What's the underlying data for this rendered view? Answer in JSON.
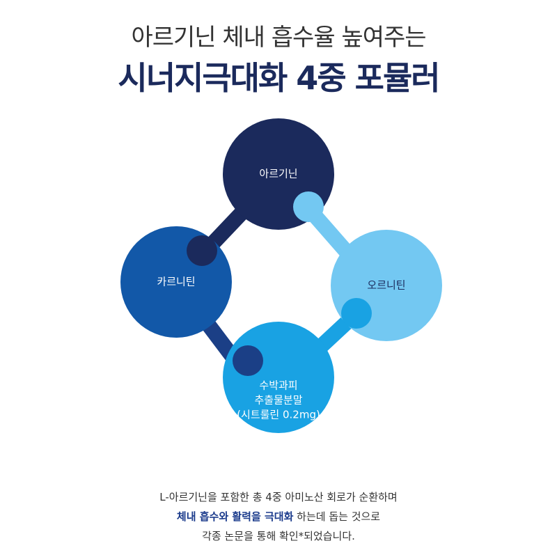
{
  "header": {
    "subtitle": "아르기닌 체내 흡수율 높여주는",
    "title": "시너지극대화 4중 포뮬러"
  },
  "diagram": {
    "nodes": [
      {
        "id": "arginine",
        "label": "아르기닌",
        "color": "#1b2a5c"
      },
      {
        "id": "carnitine",
        "label": "카르니틴",
        "color": "#1258a8"
      },
      {
        "id": "ornithine",
        "label": "오르니틴",
        "color": "#73c8f2"
      },
      {
        "id": "watermelon",
        "label_line1": "수박과피",
        "label_line2": "추출물분말",
        "label_line3": "(시트룰린 0.2mg)",
        "color": "#19a2e3"
      }
    ]
  },
  "description": {
    "line1": "L-아르기닌을 포함한 총 4중 아미노산 회로가 순환하며",
    "line2_highlight1": "체내 흡수",
    "line2_mid1": "와 ",
    "line2_highlight2": "활력을 극대화",
    "line2_rest": " 하는데 돕는 것으로",
    "line3": "각종 논문을 통해 확인*되었습니다."
  },
  "colors": {
    "title": "#1b2a5c",
    "navy": "#1b2a5c",
    "blue": "#1258a8",
    "light_blue": "#73c8f2",
    "sky_blue": "#19a2e3"
  }
}
